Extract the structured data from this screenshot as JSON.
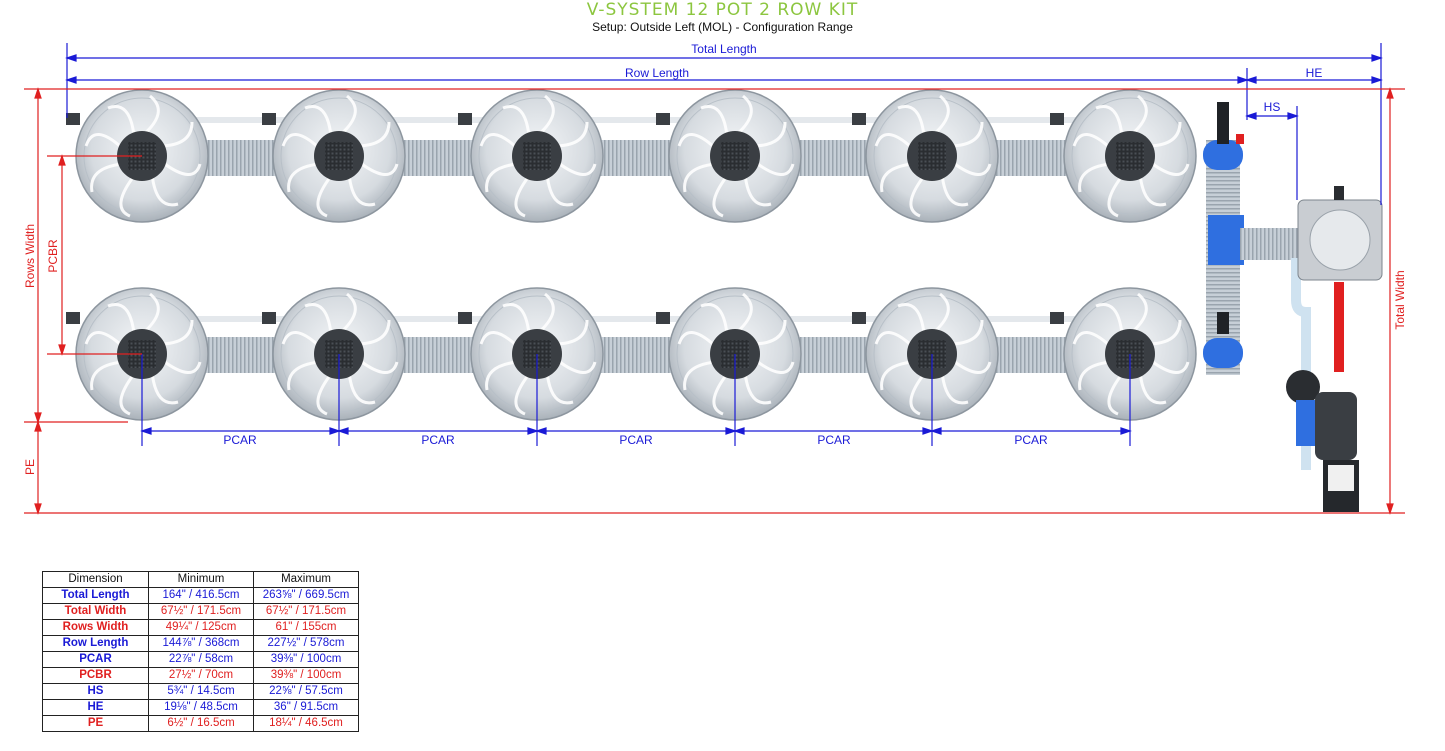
{
  "header": {
    "title": "V-SYSTEM 12 POT 2 ROW KIT",
    "subtitle": "Setup: Outside Left (MOL) - Configuration Range"
  },
  "labels": {
    "total_length": "Total Length",
    "row_length": "Row Length",
    "he": "HE",
    "hs": "HS",
    "rows_width": "Rows Width",
    "pcbr": "PCBR",
    "pe": "PE",
    "total_width": "Total Width",
    "pcar": "PCAR"
  },
  "diagram": {
    "rows": 2,
    "pots_per_row": 6
  },
  "table": {
    "headers": [
      "Dimension",
      "Minimum",
      "Maximum"
    ],
    "rows": [
      {
        "name": "Total Length",
        "min": "164\" / 416.5cm",
        "max": "263⅝\" / 669.5cm",
        "color": "blue"
      },
      {
        "name": "Total Width",
        "min": "67½\" / 171.5cm",
        "max": "67½\" / 171.5cm",
        "color": "red"
      },
      {
        "name": "Rows Width",
        "min": "49¼\" / 125cm",
        "max": "61\" / 155cm",
        "color": "red"
      },
      {
        "name": "Row Length",
        "min": "144⅞\" / 368cm",
        "max": "227½\" / 578cm",
        "color": "blue"
      },
      {
        "name": "PCAR",
        "min": "22⅞\" / 58cm",
        "max": "39⅜\" / 100cm",
        "color": "blue"
      },
      {
        "name": "PCBR",
        "min": "27½\" / 70cm",
        "max": "39⅜\" / 100cm",
        "color": "red"
      },
      {
        "name": "HS",
        "min": "5¾\" / 14.5cm",
        "max": "22⅝\" / 57.5cm",
        "color": "blue"
      },
      {
        "name": "HE",
        "min": "19⅛\" / 48.5cm",
        "max": "36\" / 91.5cm",
        "color": "blue"
      },
      {
        "name": "PE",
        "min": "6½\" / 16.5cm",
        "max": "18¼\" / 46.5cm",
        "color": "red"
      }
    ]
  },
  "colors": {
    "blue": "#1a1ad6",
    "red": "#e02020",
    "title": "#8cc63f"
  }
}
